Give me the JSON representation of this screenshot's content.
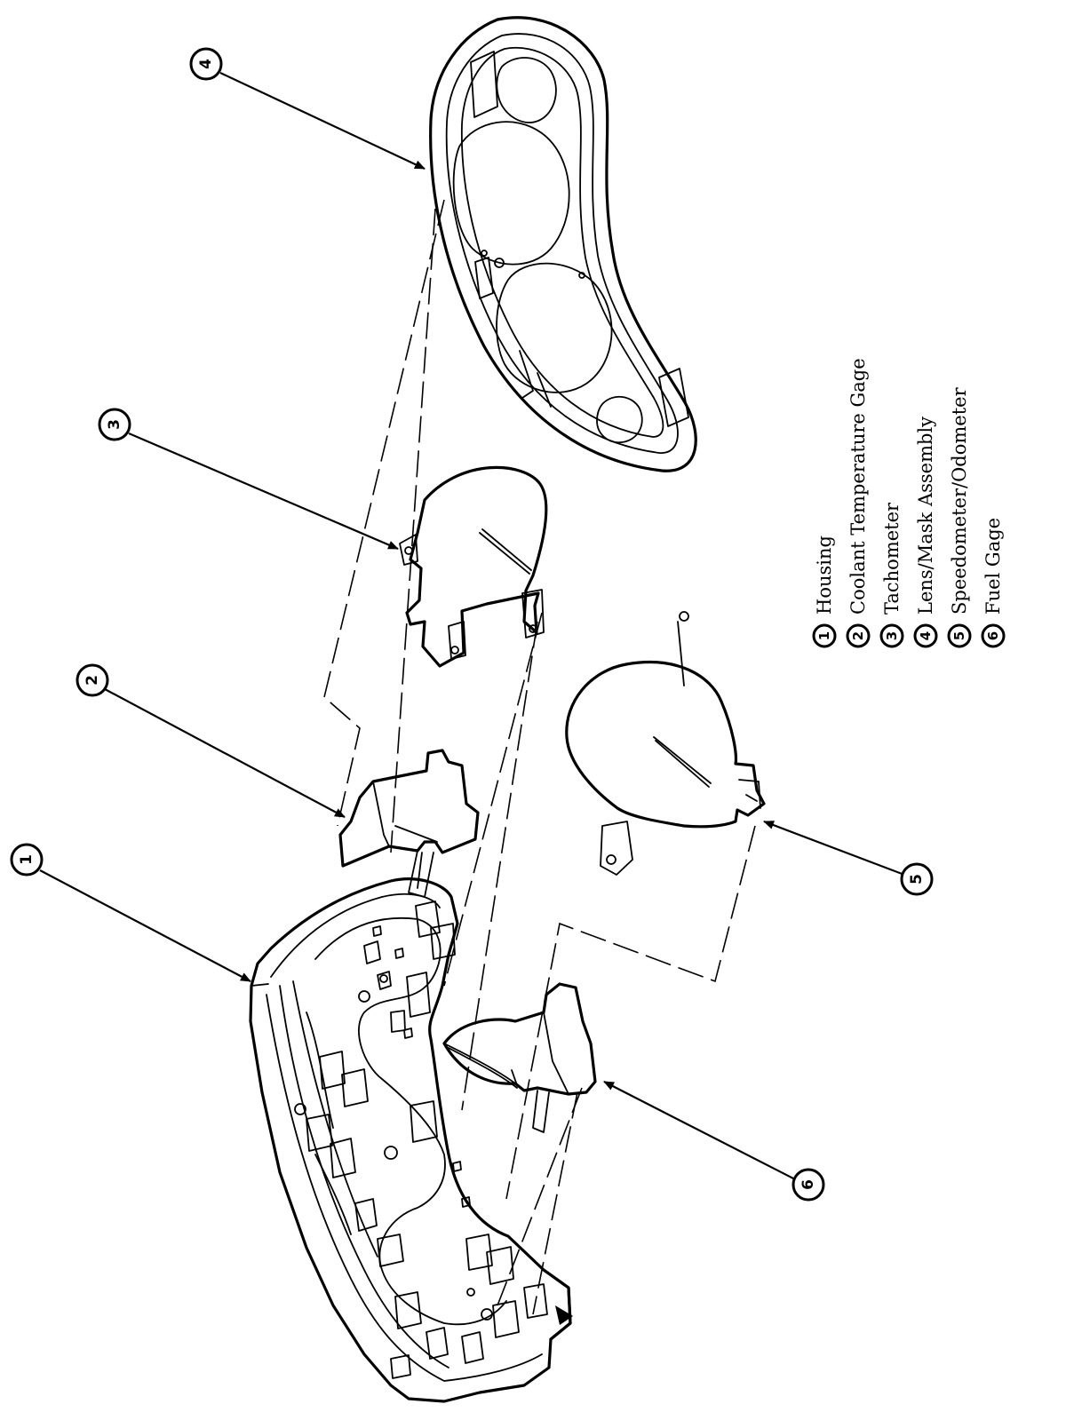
{
  "callouts": [
    {
      "number": "1",
      "part": "housing"
    },
    {
      "number": "2",
      "part": "coolant-temperature-gage"
    },
    {
      "number": "3",
      "part": "tachometer"
    },
    {
      "number": "4",
      "part": "lens-mask-assembly"
    },
    {
      "number": "5",
      "part": "speedometer-odometer"
    },
    {
      "number": "6",
      "part": "fuel-gage"
    }
  ],
  "legend": {
    "orientation": "rotated-90-counterclockwise",
    "items": [
      {
        "number": "1",
        "label": "Housing"
      },
      {
        "number": "2",
        "label": "Coolant Temperature Gage"
      },
      {
        "number": "3",
        "label": "Tachometer"
      },
      {
        "number": "4",
        "label": "Lens/Mask Assembly"
      },
      {
        "number": "5",
        "label": "Speedometer/Odometer"
      },
      {
        "number": "6",
        "label": "Fuel Gage"
      }
    ]
  },
  "colors": {
    "ink": "#000000",
    "paper": "#ffffff"
  }
}
